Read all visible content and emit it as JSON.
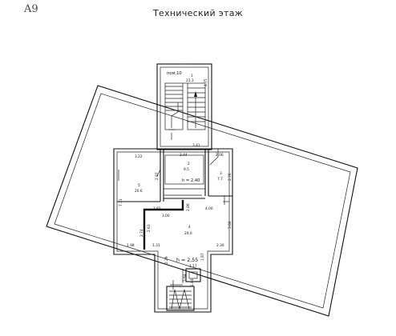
{
  "header": {
    "sheet_code": "A9",
    "title": "Технический этаж"
  },
  "plan": {
    "stair_label": "пом.10",
    "rooms": [
      {
        "number": "1",
        "area": "21.3"
      },
      {
        "number": "2",
        "area": "9.5"
      },
      {
        "number": "3",
        "area": "7.7"
      },
      {
        "number": "4",
        "area": "29.0"
      },
      {
        "number": "5",
        "area": "20.6"
      }
    ],
    "heights": [
      "h = 2,40",
      "h = 2,55"
    ],
    "dimensions": [
      "3.22",
      "3.44",
      "2.06",
      "3.41",
      "4.75",
      "2.87",
      "2.76",
      "7.33",
      "1.82",
      "2.80",
      "3.00",
      "4.00",
      "2.74",
      "2.63",
      "1.31",
      "3.66",
      "1.98",
      "2.30",
      "2.29",
      "1.97",
      "1.17",
      "3.94",
      "1.84"
    ]
  }
}
